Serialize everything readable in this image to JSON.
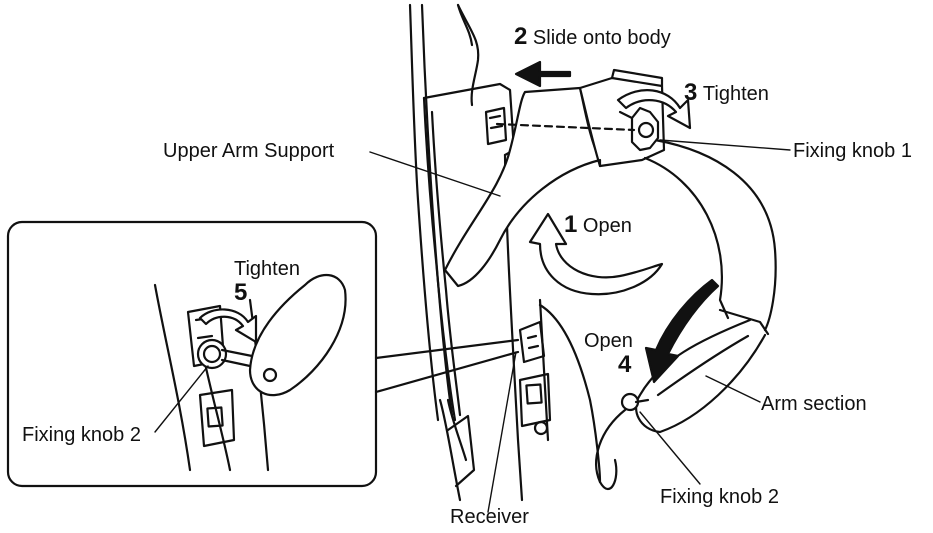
{
  "steps": [
    {
      "number": "1",
      "text": "Open"
    },
    {
      "number": "2",
      "text": "Slide onto body"
    },
    {
      "number": "3",
      "text": "Tighten"
    },
    {
      "number": "4",
      "text": "Open"
    },
    {
      "number": "5",
      "text": "Tighten"
    }
  ],
  "labels": {
    "upper_arm_support": "Upper Arm Support",
    "fixing_knob_1": "Fixing knob 1",
    "fixing_knob_2_inset": "Fixing knob 2",
    "fixing_knob_2": "Fixing knob 2",
    "arm_section": "Arm section",
    "receiver": "Receiver"
  },
  "colors": {
    "ink": "#111111",
    "paper": "#ffffff",
    "panel": "#dcdcdc"
  }
}
